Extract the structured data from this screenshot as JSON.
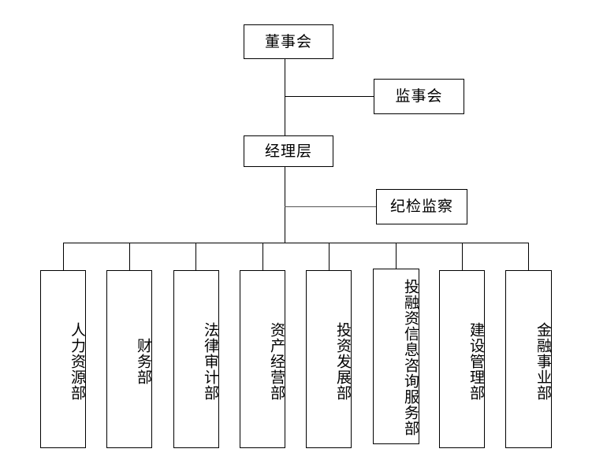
{
  "diagram": {
    "type": "organizational-chart",
    "title": "",
    "background_color": "#ffffff",
    "line_color": "#000000",
    "box_border_color": "#000000",
    "text_color": "#000000",
    "levels": [
      {
        "level": 1,
        "nodes": [
          {
            "id": "board",
            "label": "董事会",
            "orientation": "horizontal"
          }
        ]
      },
      {
        "level": 2,
        "nodes": [
          {
            "id": "supervisory",
            "label": "监事会",
            "orientation": "horizontal"
          }
        ]
      },
      {
        "level": 3,
        "nodes": [
          {
            "id": "management",
            "label": "经理层",
            "orientation": "horizontal"
          }
        ]
      },
      {
        "level": 4,
        "nodes": [
          {
            "id": "discipline",
            "label": "纪检监察",
            "orientation": "horizontal"
          }
        ]
      }
    ],
    "top_nodes": {
      "board": "董事会",
      "supervisory": "监事会",
      "management": "经理层",
      "discipline": "纪检监察"
    },
    "departments": [
      {
        "id": "hr",
        "label": "人力资源部"
      },
      {
        "id": "finance",
        "label": "财务部"
      },
      {
        "id": "legal-audit",
        "label": "法律审计部"
      },
      {
        "id": "asset-operations",
        "label": "资产经营部"
      },
      {
        "id": "investment-development",
        "label": "投资发展部"
      },
      {
        "id": "investment-financing-info",
        "label": "投融资信息咨询服务部"
      },
      {
        "id": "construction-management",
        "label": "建设管理部"
      },
      {
        "id": "financial-business",
        "label": "金融事业部"
      }
    ],
    "connections": [
      {
        "from": "board",
        "to": "supervisory"
      },
      {
        "from": "board",
        "to": "management"
      },
      {
        "from": "management",
        "to": "discipline"
      },
      {
        "from": "management",
        "to": "departments-bus"
      }
    ]
  }
}
